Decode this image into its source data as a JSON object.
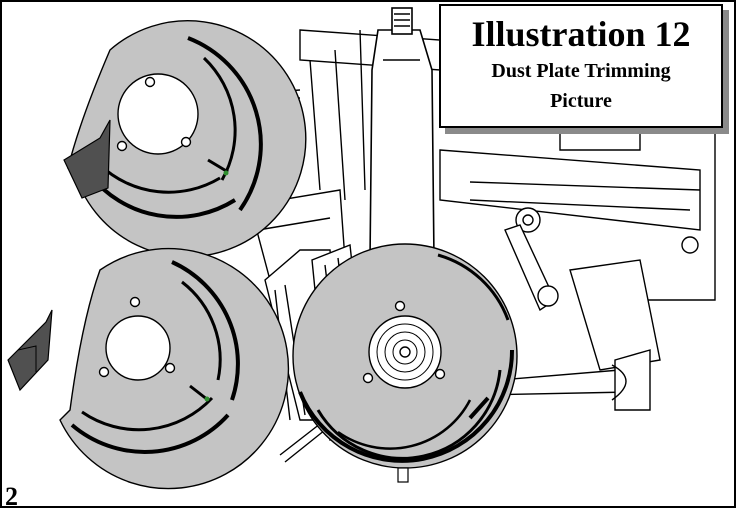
{
  "illustration": {
    "title": "Illustration 12",
    "subtitle_line1": "Dust Plate Trimming",
    "subtitle_line2": "Picture"
  },
  "page_number": "2",
  "colors": {
    "plate_fill": "#c4c4c4",
    "trim_piece": "#505050",
    "outline": "#000000",
    "shadow": "#8a8a8a",
    "marker": "#2f8f2f"
  }
}
